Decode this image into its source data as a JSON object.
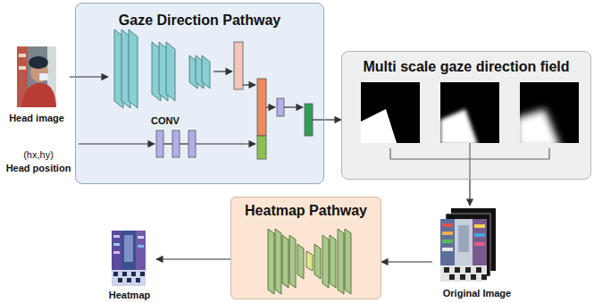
{
  "diagram": {
    "nodes": [
      {
        "text": [
          "Head image"
        ]
      },
      {
        "text": [
          "Gaze Direction Pathway"
        ]
      },
      {
        "text": [
          "CONV"
        ],
        "in": 1
      },
      {
        "text": [
          "Multi scale gaze direction field"
        ]
      },
      {
        "text": [
          "Original Image"
        ]
      },
      {
        "text": [
          "Heatmap Pathway"
        ]
      },
      {
        "text": [
          "Heatmap"
        ]
      }
    ],
    "edges": [
      {
        "from": 0,
        "to": 2,
        "arrow": "to"
      },
      {
        "from": 1,
        "to": 3,
        "arrow": "to"
      },
      {
        "from": 3,
        "to": 4,
        "arrow": "to"
      },
      {
        "from": 4,
        "to": 5,
        "arrow": "to"
      },
      {
        "from": 5,
        "to": 6,
        "arrow": "to"
      }
    ],
    "labels": [
      "(hx,hy)",
      "Head position"
    ]
  }
}
